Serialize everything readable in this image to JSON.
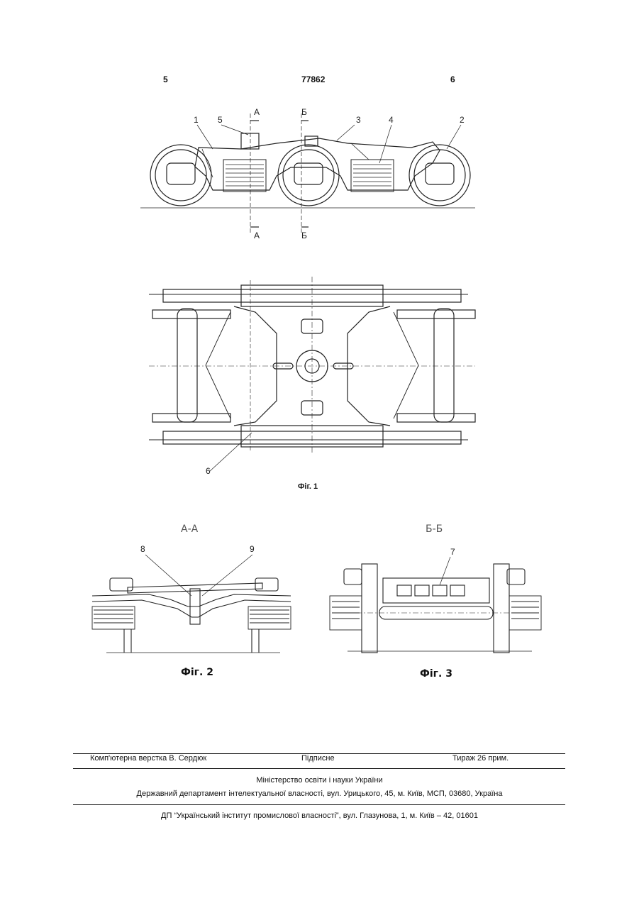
{
  "header": {
    "left_page": "5",
    "patent_number": "77862",
    "right_page": "6"
  },
  "figure1": {
    "section_a": "А",
    "section_b": "Б",
    "callouts": [
      "1",
      "5",
      "3",
      "4",
      "2",
      "6"
    ],
    "caption": "Фіг. 1"
  },
  "figure2": {
    "section_title": "А-А",
    "callouts": [
      "8",
      "9"
    ],
    "caption": "Фіг. 2"
  },
  "figure3": {
    "section_title": "Б-Б",
    "callouts": [
      "7"
    ],
    "caption": "Фіг. 3"
  },
  "footer": {
    "layout_credit": "Комп'ютерна верстка В. Сердюк",
    "subscription": "Підписне",
    "circulation": "Тираж 26 прим.",
    "ministry": "Міністерство освіти і науки України",
    "department": "Державний департамент інтелектуальної власності, вул. Урицького, 45, м. Київ, МСП, 03680, Україна",
    "institute": "ДП “Український інститут промислової власності”, вул. Глазунова, 1, м. Київ – 42, 01601"
  }
}
